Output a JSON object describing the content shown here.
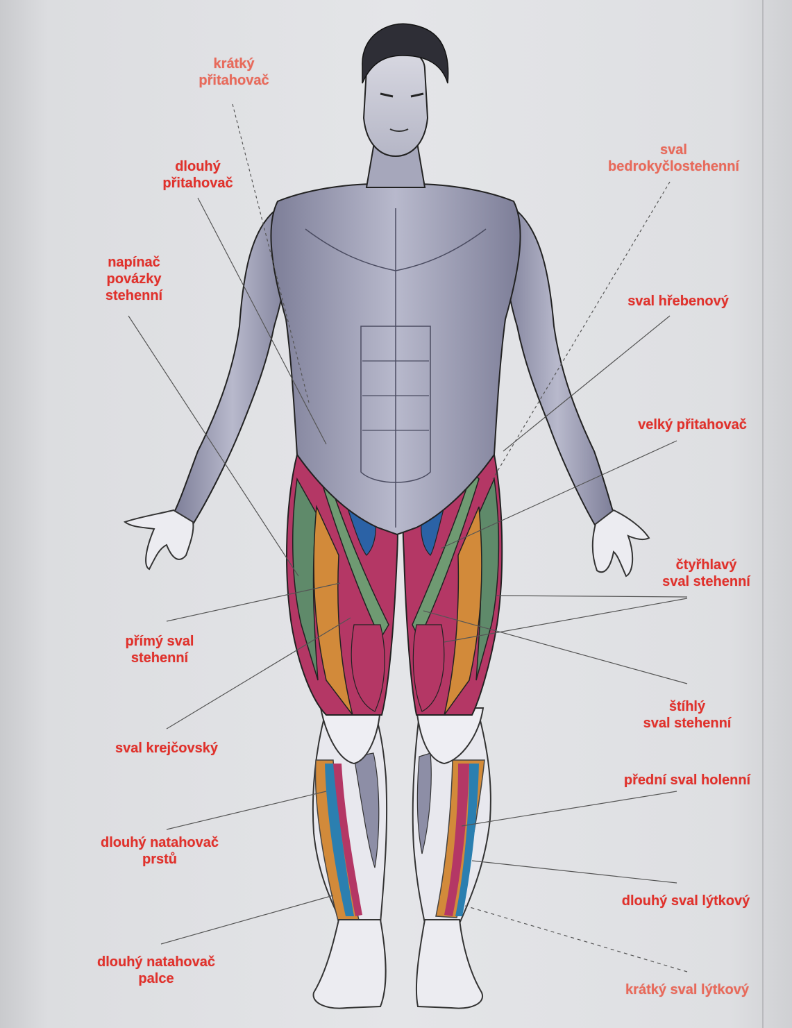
{
  "colors": {
    "label_red": "#e0312b",
    "label_orange": "#e86a5a",
    "skin_muscle": "#9fa0b8",
    "muscle_green": "#5f8a6a",
    "muscle_orange": "#d28a3a",
    "muscle_magenta": "#b43765",
    "muscle_blue": "#2b62a6"
  },
  "labels": {
    "kratky_pritahovac": "krátký přitahovač",
    "dlouhy_pritahovac": "dlouhý přitahovač",
    "napinac_povazky": "napínač povázky stehenní",
    "primy_sval": "přímý sval stehenní",
    "sval_krejcovsky": "sval krejčovský",
    "dlouhy_natahovac_prstu": "dlouhý natahovač prstů",
    "dlouhy_natahovac_palce": "dlouhý natahovač palce",
    "sval_bedrokyclostehenni": "sval bedrokyčlostehenní",
    "sval_hrebenovy": "sval hřebenový",
    "velky_pritahovac": "velký přitahovač",
    "ctyrhlavy_sval": "čtyřhlavý sval stehenní",
    "stihly_sval": "štíhlý sval stehenní",
    "predni_sval_holenni": "přední sval holenní",
    "dlouhy_sval_lytkovy": "dlouhý sval lýtkový",
    "kratky_sval_lytkovy": "krátký sval lýtkový"
  },
  "label_lines": {
    "kratky_pritahovac": [
      "krátký",
      "přitahovač"
    ],
    "dlouhy_pritahovac": [
      "dlouhý",
      "přitahovač"
    ],
    "napinac_povazky": [
      "napínač",
      "povázky",
      "stehenní"
    ],
    "primy_sval": [
      "přímý sval",
      "stehenní"
    ],
    "sval_krejcovsky": [
      "sval krejčovský"
    ],
    "dlouhy_natahovac_prstu": [
      "dlouhý natahovač",
      "prstů"
    ],
    "dlouhy_natahovac_palce": [
      "dlouhý natahovač",
      "palce"
    ],
    "sval_bedrokyclostehenni": [
      "sval",
      "bedrokyčlostehenní"
    ],
    "sval_hrebenovy": [
      "sval hřebenový"
    ],
    "velky_pritahovac": [
      "velký přitahovač"
    ],
    "ctyrhlavy_sval": [
      "čtyřhlavý",
      "sval stehenní"
    ],
    "stihly_sval": [
      "štíhlý",
      "sval stehenní"
    ],
    "predni_sval_holenni": [
      "přední sval holenní"
    ],
    "dlouhy_sval_lytkovy": [
      "dlouhý sval lýtkový"
    ],
    "kratky_sval_lytkovy": [
      "krátký sval lýtkový"
    ]
  }
}
